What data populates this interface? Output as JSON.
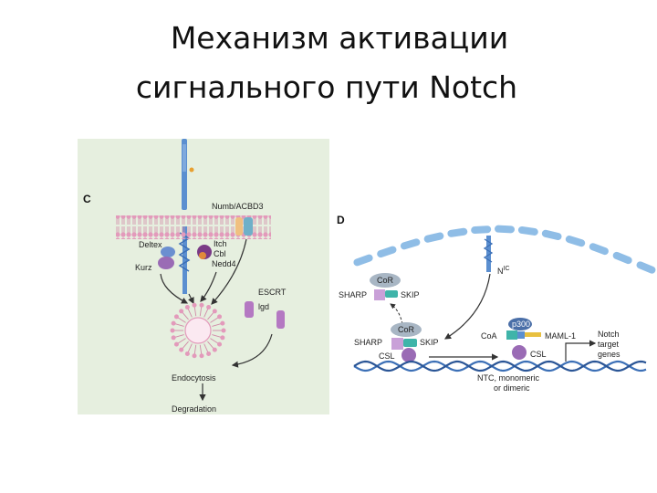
{
  "slide": {
    "title_line1": "Механизм активации",
    "title_line2": "сигнального пути Notch"
  },
  "panel_c": {
    "label": "C",
    "numb": "Numb/ACBD3",
    "deltex": "Deltex",
    "kurz": "Kurz",
    "itch": "Itch",
    "cbl": "Cbl",
    "nedd4": "Nedd4",
    "escrt": "ESCRT",
    "lgd": "lgd",
    "endocytosis": "Endocytosis",
    "degradation": "Degradation"
  },
  "panel_d": {
    "label": "D",
    "nic": "N",
    "nic_sup": "IC",
    "cor_top": "CoR",
    "sharp_top": "SHARP",
    "skip_top": "SKIP",
    "cor_mid": "CoR",
    "sharp_mid": "SHARP",
    "skip_mid": "SKIP",
    "csl_left": "CSL",
    "p300": "p300",
    "coa": "CoA",
    "maml": "MAML-1",
    "csl_right": "CSL",
    "targets_1": "Notch",
    "targets_2": "target",
    "targets_3": "genes",
    "ntc_1": "NTC, monomeric",
    "ntc_2": "or dimeric"
  },
  "colors": {
    "panel_bg": "#e6efdf",
    "membrane": "#e8a6c0",
    "receptor": "#5b8fd0",
    "nucleus": "#8fbde6",
    "dna": "#3b6fb6",
    "protein_purple": "#9a6bb5",
    "protein_teal": "#3fb4a9"
  }
}
